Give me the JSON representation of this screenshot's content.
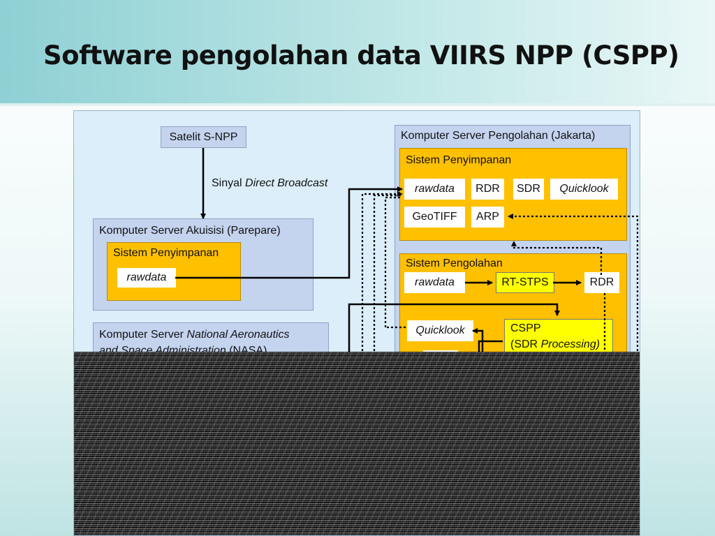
{
  "slide": {
    "title": "Software pengolahan data VIIRS NPP (CSPP)"
  },
  "diagram": {
    "satellite": "Satelit S-NPP",
    "signal_prefix": "Sinyal",
    "signal_italic": "Direct Broadcast",
    "acquisition_server": {
      "title": "Komputer Server Akuisisi (Parepare)",
      "storage_title": "Sistem Penyimpanan",
      "item": "rawdata"
    },
    "nasa_server": {
      "title_prefix": "Komputer Server",
      "title_italic": "National Aeronautics",
      "line2_italic": "and Space Administration",
      "line2_suffix": "(NASA)"
    },
    "processing_server": {
      "title": "Komputer Server Pengolahan (Jakarta)",
      "storage": {
        "title": "Sistem Penyimpanan",
        "items": [
          "rawdata",
          "RDR",
          "SDR",
          "Quicklook",
          "GeoTIFF",
          "ARP"
        ]
      },
      "processing": {
        "title": "Sistem Pengolahan",
        "rawdata": "rawdata",
        "rtstps": "RT-STPS",
        "rdr": "RDR",
        "quicklook": "Quicklook",
        "cspp_line1": "CSPP",
        "cspp_line2_prefix": "(SDR",
        "cspp_line2_italic": "Processing)"
      }
    }
  }
}
